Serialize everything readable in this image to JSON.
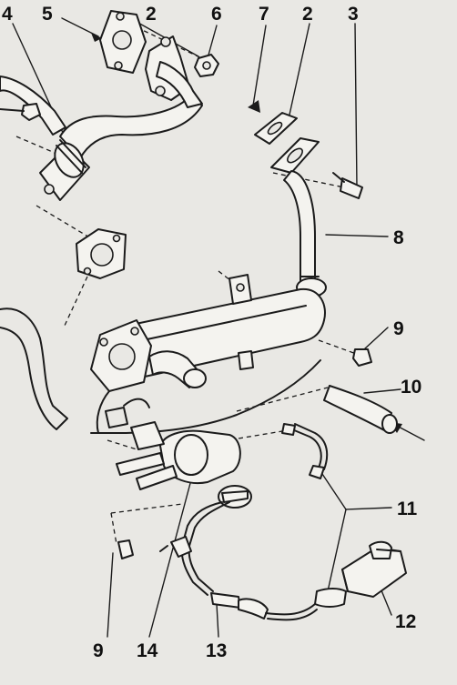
{
  "callouts": {
    "top_4": "4",
    "top_5": "5",
    "top_2a": "2",
    "top_6": "6",
    "top_7": "7",
    "top_2b": "2",
    "top_3": "3",
    "right_8": "8",
    "right_9": "9",
    "right_10": "10",
    "right_11": "11",
    "right_12": "12",
    "bottom_9": "9",
    "bottom_14": "14",
    "bottom_13": "13"
  }
}
